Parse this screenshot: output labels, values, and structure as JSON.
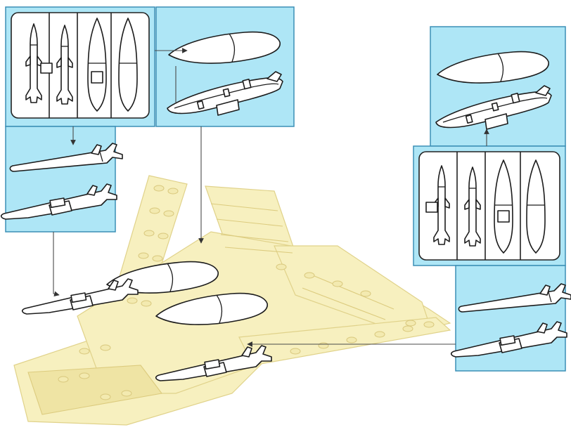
{
  "diagram": {
    "kind": "building-instruction",
    "palette": {
      "panel_fill": "#aee6f6",
      "panel_border": "#3b8fb5",
      "model_fill": "#f7f0bf",
      "model_edge": "#e0d28a",
      "part_fill": "#ffffff",
      "part_outline": "#1c1c1c"
    },
    "panels": [
      {
        "id": "left-sprue",
        "content": "sprue-frame",
        "parts": [
          "missile",
          "missile",
          "fuel-tank",
          "fuel-tank"
        ]
      },
      {
        "id": "left-tank-assembly",
        "content": "tank-halves"
      },
      {
        "id": "left-missile-assembly",
        "content": "missile-on-pylon"
      },
      {
        "id": "right-tank-assembly",
        "content": "tank-halves"
      },
      {
        "id": "right-sprue",
        "content": "sprue-frame",
        "parts": [
          "missile",
          "missile",
          "fuel-tank",
          "fuel-tank"
        ]
      },
      {
        "id": "right-missile-assembly",
        "content": "missile-on-pylon"
      }
    ]
  }
}
